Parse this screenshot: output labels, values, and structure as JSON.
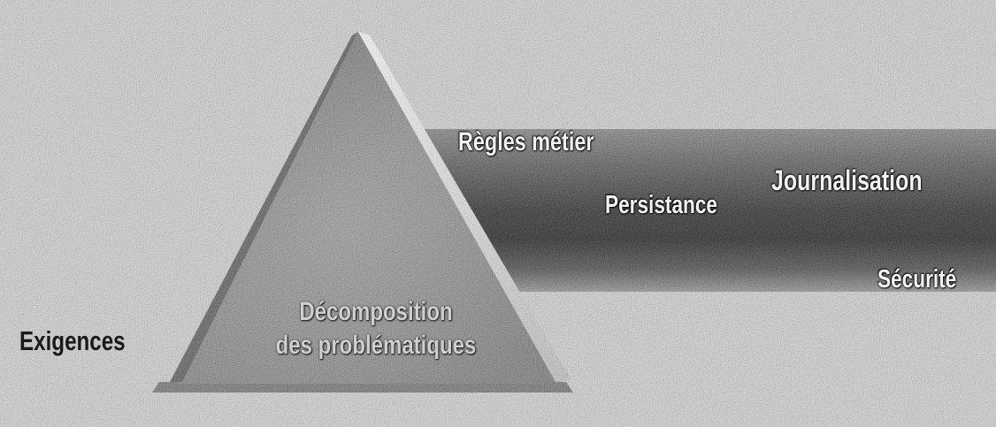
{
  "diagram": {
    "input_label": "Exigences",
    "prism_label_line1": "Décomposition",
    "prism_label_line2": "des problématiques",
    "output_labels": {
      "business_rules": "Règles métier",
      "logging": "Journalisation",
      "persistence": "Persistance",
      "security": "Sécurité"
    },
    "colors": {
      "background": "#cfcfcf",
      "prism_face": "#8a8a8a",
      "prism_edge": "#f0f0f0",
      "beam_dark": "#0d0d0d",
      "beam_light": "#bdbdbd"
    }
  }
}
